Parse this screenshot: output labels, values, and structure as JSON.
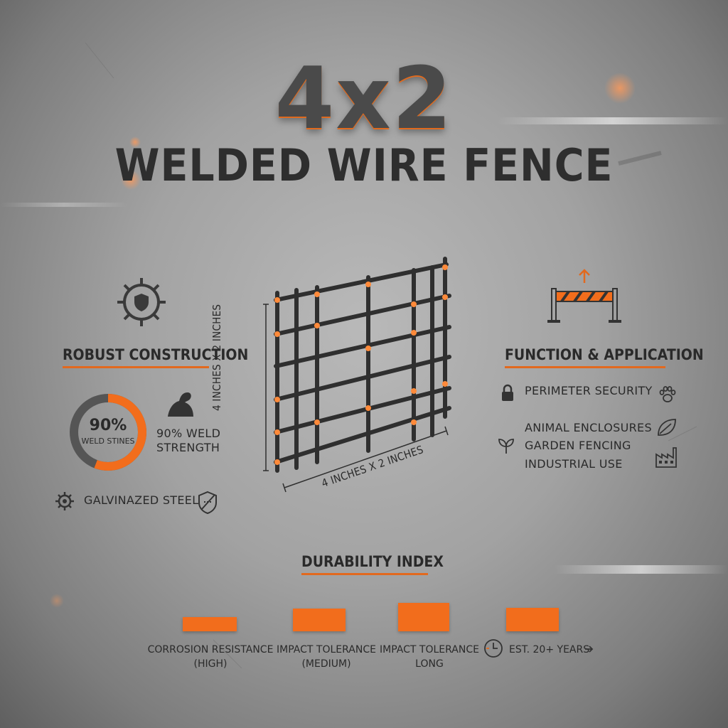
{
  "title": {
    "main": "4x2",
    "sub": "WELDED WIRE FENCE"
  },
  "left_panel": {
    "heading": "ROBUST CONSTRUCTION",
    "ring": {
      "percent": "90%",
      "label": "WELD STINES",
      "fraction": 0.9
    },
    "weld_strength_line1": "90% WELD",
    "weld_strength_line2": "STRENGTH",
    "material": "GALVINAZED STEEL",
    "icons": [
      "gear-shield-icon",
      "flexed-arm-icon",
      "small-gear-icon",
      "no-rust-shield-icon"
    ]
  },
  "center_panel": {
    "vertical_dimension": "4 INCHES X 2 INCHES",
    "horizontal_dimension": "4 INCHES X 2 INCHES"
  },
  "right_panel": {
    "heading": "FUNCTION & APPLICATION",
    "items": [
      "PERIMETER SECURITY",
      "ANIMAL ENCLOSURES",
      "GARDEN FENCING",
      "INDUSTRIAL USE"
    ],
    "icons": [
      "barrier-icon",
      "lock-icon",
      "paw-icon",
      "leaf-icon",
      "sprout-icon",
      "factory-icon"
    ]
  },
  "durability": {
    "heading": "DURABILITY INDEX",
    "items": [
      {
        "line1": "CORROSION RESISTANCE",
        "line2": "(HIGH)"
      },
      {
        "line1": "IMPACT TOLERANCE",
        "line2": "(MEDIUM)"
      },
      {
        "line1": "IMPACT TOLERANCE",
        "line2": "LONG"
      },
      {
        "line1": "EST. 20+ YEARS",
        "line2": ""
      }
    ],
    "icons": [
      "clock-icon",
      "arrow-right-icon"
    ]
  },
  "colors": {
    "accent": "#f26d1c",
    "text": "#2a2a2a",
    "background": "#a8a8a8"
  }
}
